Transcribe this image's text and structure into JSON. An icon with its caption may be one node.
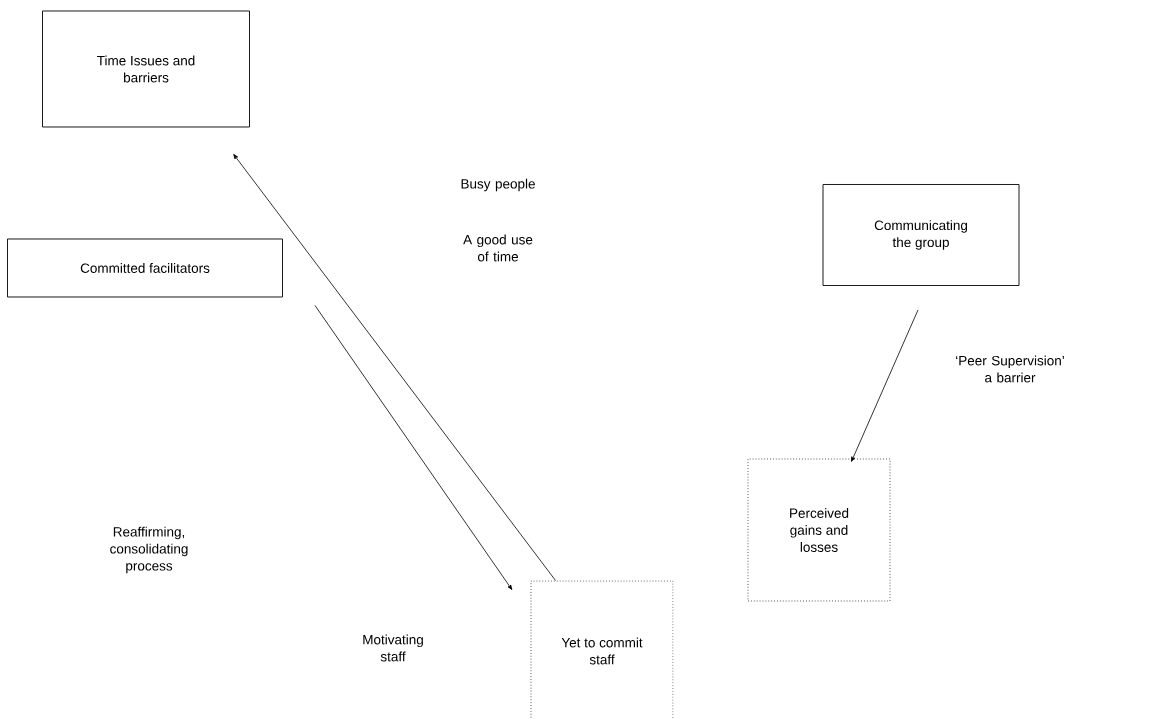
{
  "diagram": {
    "nodes": [
      {
        "text": [
          "Time Issues and barriers"
        ]
      },
      {
        "text": [
          "Communicating the group"
        ]
      },
      {
        "text": [
          "Committed facilitators"
        ]
      },
      {
        "text": [
          "Perceived gains and losses"
        ]
      },
      {
        "text": [
          "Yet to commit staff"
        ]
      }
    ],
    "edges": [
      {
        "from": 4,
        "to": 0,
        "arrow": "to"
      },
      {
        "from": 2,
        "to": 4,
        "arrow": "to"
      },
      {
        "from": 1,
        "to": 3,
        "arrow": "to"
      }
    ],
    "labels": [
      "Busy people",
      "A good use of time",
      "Reaffirming, consolidating process",
      "Motivating staff",
      "‘Peer Supervision’ a barrier"
    ]
  }
}
